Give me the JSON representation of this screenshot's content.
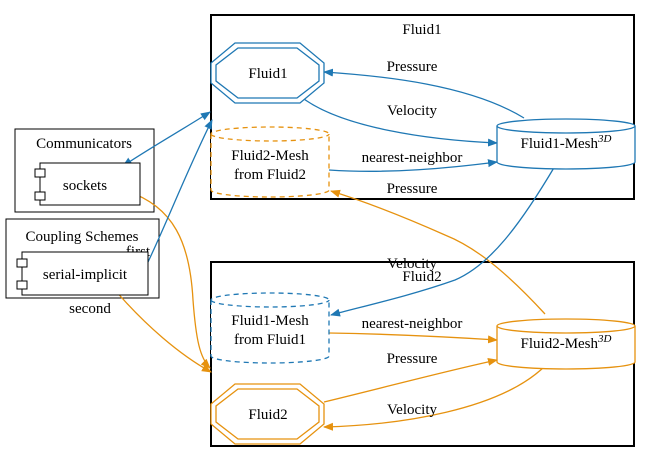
{
  "colors": {
    "blue": "#1f78b4",
    "orange": "#e6920f",
    "black": "#000000"
  },
  "clusters": {
    "fluid1": "Fluid1",
    "fluid2": "Fluid2",
    "communicators": "Communicators",
    "coupling": "Coupling Schemes"
  },
  "nodes": {
    "fluid1_participant": "Fluid1",
    "fluid2_participant": "Fluid2",
    "fluid1_mesh_base": "Fluid1-Mesh",
    "fluid2_mesh_base": "Fluid2-Mesh",
    "mesh_dim": "3D",
    "fluid2_mesh_received_line1": "Fluid2-Mesh",
    "fluid2_mesh_received_line2": "from Fluid2",
    "fluid1_mesh_received_line1": "Fluid1-Mesh",
    "fluid1_mesh_received_line2": "from Fluid1",
    "sockets": "sockets",
    "serial_implicit": "serial-implicit"
  },
  "edges": {
    "pressure": "Pressure",
    "velocity": "Velocity",
    "nearest_neighbor": "nearest-neighbor",
    "first": "first",
    "second": "second"
  }
}
